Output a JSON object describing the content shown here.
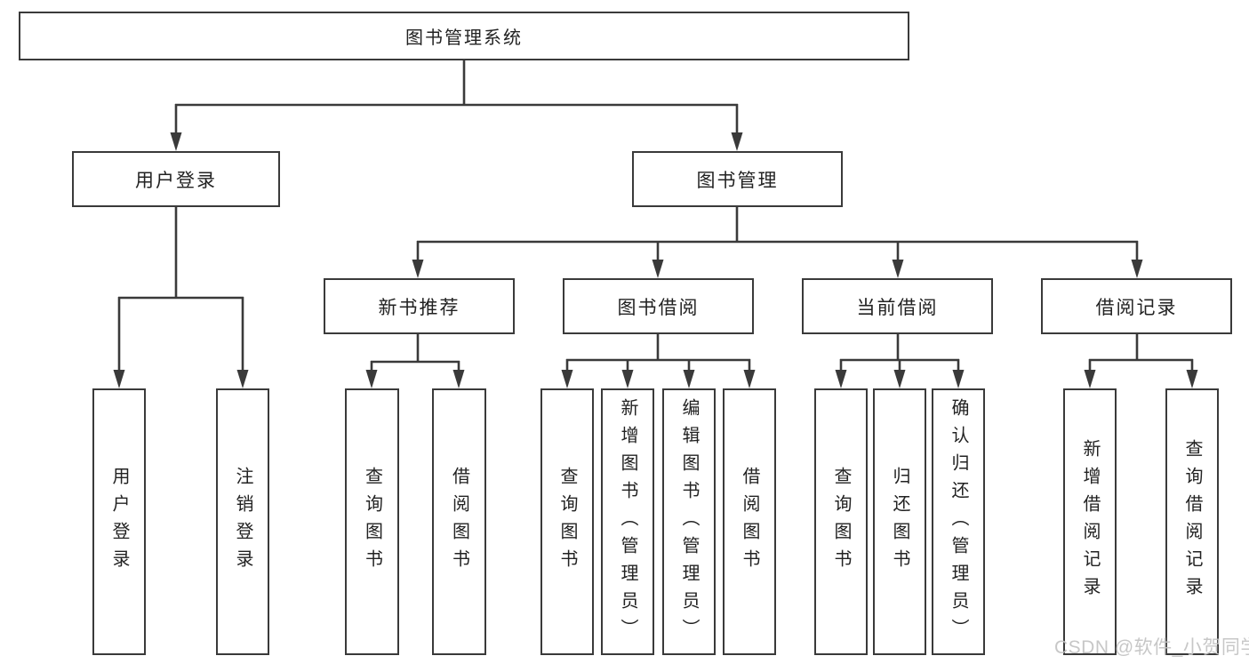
{
  "diagram_title": "图书管理系统",
  "colors": {
    "box_border": "#3a3a3a",
    "connector": "#3a3a3a",
    "text": "#222222",
    "watermark": "#c3c3c3",
    "background": "#ffffff"
  },
  "tree": {
    "label": "图书管理系统",
    "children": [
      {
        "label": "用户登录",
        "children": [
          {
            "label": "用户登录"
          },
          {
            "label": "注销登录"
          }
        ]
      },
      {
        "label": "图书管理",
        "children": [
          {
            "label": "新书推荐",
            "children": [
              {
                "label": "查询图书"
              },
              {
                "label": "借阅图书"
              }
            ]
          },
          {
            "label": "图书借阅",
            "children": [
              {
                "label": "查询图书"
              },
              {
                "label": "新增图书（管理员）"
              },
              {
                "label": "编辑图书（管理员）"
              },
              {
                "label": "借阅图书"
              }
            ]
          },
          {
            "label": "当前借阅",
            "children": [
              {
                "label": "查询图书"
              },
              {
                "label": "归还图书"
              },
              {
                "label": "确认归还（管理员）"
              }
            ]
          },
          {
            "label": "借阅记录",
            "children": [
              {
                "label": "新增借阅记录"
              },
              {
                "label": "查询借阅记录"
              }
            ]
          }
        ]
      }
    ]
  },
  "watermark": {
    "text": "CSDN @软件_小贺同学"
  }
}
